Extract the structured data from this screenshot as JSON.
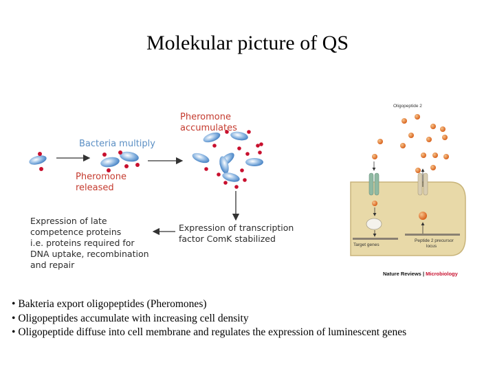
{
  "title": "Molekular picture of  QS",
  "diagram_left": {
    "bacteria_multiply": "Bacteria multiply",
    "pheromone_released": [
      "Pheromone",
      "released"
    ],
    "pheromone_accumulates": [
      "Pheromone",
      "accumulates"
    ],
    "transcription_factor": [
      "Expression of transcription",
      "factor ComK stabilized"
    ],
    "late_competence": [
      "Expression of late",
      "competence proteins",
      "i.e. proteins required for",
      "DNA uptake, recombination",
      "and repair"
    ],
    "colors": {
      "bacterium": "#4a86c8",
      "pheromone": "#c8102e",
      "label_blue": "#5b8fc4",
      "label_red": "#c43a2e"
    }
  },
  "diagram_right": {
    "oligopeptide_label": "Oligopeptide 2",
    "target_genes": "Target genes",
    "precursor_locus": [
      "Peptide 2 precursor",
      "locus"
    ],
    "credit_journal": "Nature Reviews",
    "credit_separator": " | ",
    "credit_field": "Microbiology",
    "colors": {
      "cell": "#e8d9a8",
      "cell_border": "#c8b47a",
      "peptide": "#e07b2b",
      "receptor_green": "#8fb9a2",
      "receptor_tan": "#d8cdb2",
      "credit_red": "#c8102e"
    }
  },
  "bullets": [
    "Bakteria export oligopeptides (Pheromones)",
    "Oligopeptides accumulate with increasing cell density",
    "Oligopeptide diffuse into cell membrane and regulates the expression of luminescent genes"
  ]
}
